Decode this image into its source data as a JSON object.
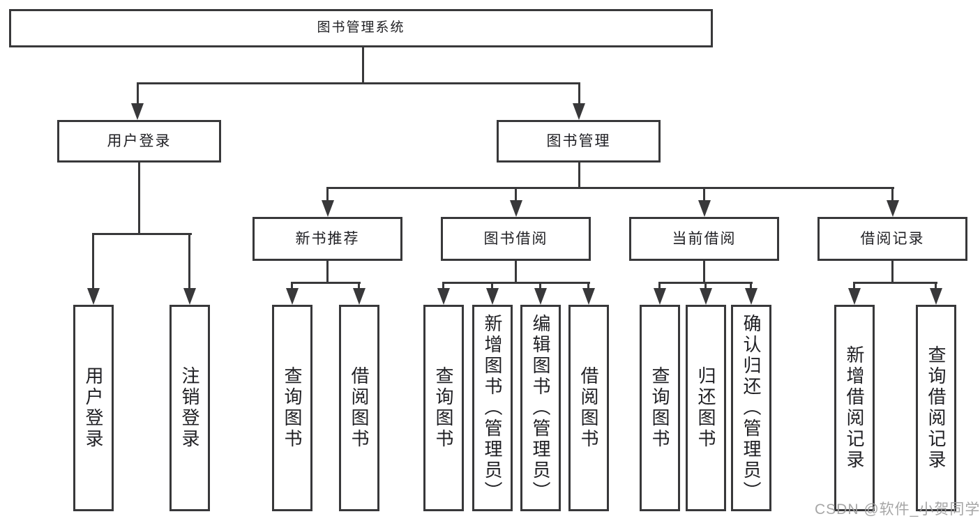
{
  "diagram_title": "图书管理系统",
  "tree": {
    "label": "图书管理系统",
    "children": [
      {
        "label": "用户登录",
        "children": [
          {
            "label": "用户登录"
          },
          {
            "label": "注销登录"
          }
        ]
      },
      {
        "label": "图书管理",
        "children": [
          {
            "label": "新书推荐",
            "children": [
              {
                "label": "查询图书"
              },
              {
                "label": "借阅图书"
              }
            ]
          },
          {
            "label": "图书借阅",
            "children": [
              {
                "label": "查询图书"
              },
              {
                "label": "新增图书（管理员）"
              },
              {
                "label": "编辑图书（管理员）"
              },
              {
                "label": "借阅图书"
              }
            ]
          },
          {
            "label": "当前借阅",
            "children": [
              {
                "label": "查询图书"
              },
              {
                "label": "归还图书"
              },
              {
                "label": "确认归还（管理员）"
              }
            ]
          },
          {
            "label": "借阅记录",
            "children": [
              {
                "label": "新增借阅记录"
              },
              {
                "label": "查询借阅记录"
              }
            ]
          }
        ]
      }
    ]
  },
  "watermark": {
    "text": "CSDN @软件_小贺同学"
  },
  "colors": {
    "line": "#38383a",
    "text": "#1f1f23",
    "box_fill": "#ffffff",
    "watermark": "#9e9e9e",
    "background": "#ffffff"
  }
}
